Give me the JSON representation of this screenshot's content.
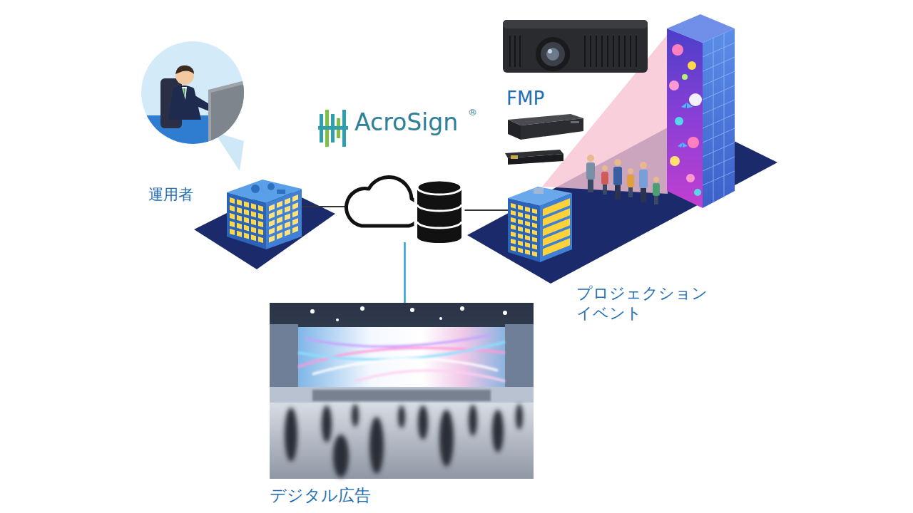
{
  "diagram": {
    "nodes": [
      {
        "text": [
          "運用者"
        ]
      },
      {
        "text": [
          "AcroSign"
        ]
      },
      {
        "text": [
          "プロジェクション イベント"
        ]
      },
      {
        "text": [
          "デジタル広告"
        ]
      }
    ],
    "edges": [
      {
        "from": 0,
        "to": 1,
        "arrow": "none"
      },
      {
        "from": 1,
        "to": 2,
        "arrow": "none"
      },
      {
        "from": 1,
        "to": 3,
        "arrow": "none"
      }
    ],
    "labels": [
      "®",
      "FMP"
    ]
  }
}
